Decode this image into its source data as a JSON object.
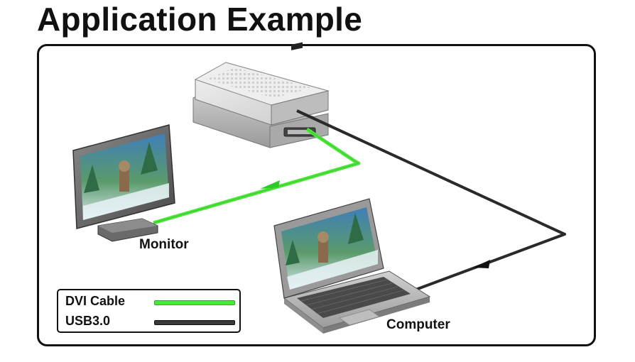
{
  "title": "Application Example",
  "labels": {
    "monitor": "Monitor",
    "computer": "Computer"
  },
  "legend": [
    {
      "label": "DVI Cable",
      "color": "#4de63a"
    },
    {
      "label": "USB3.0",
      "color": "#3a3a3a"
    }
  ],
  "colors": {
    "dvi_cable": "#4de63a",
    "usb_cable": "#2a2a2a",
    "device_body": "#d6d6d6",
    "frame": "#111111"
  }
}
